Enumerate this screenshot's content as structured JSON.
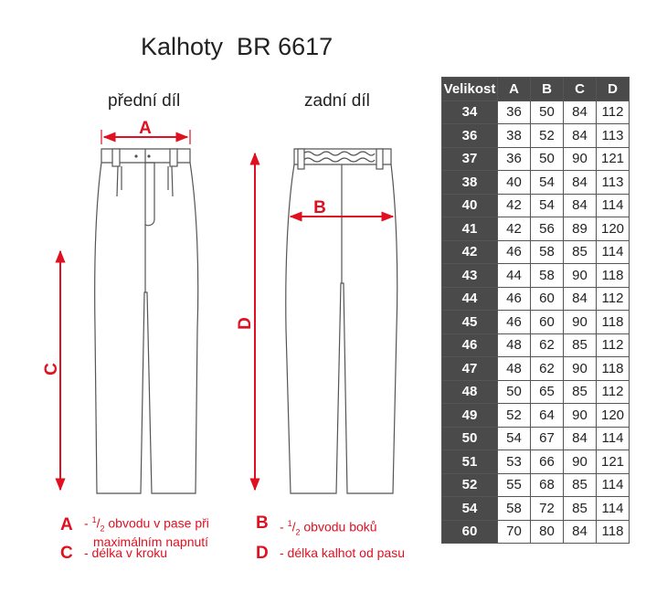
{
  "title": "Kalhoty  BR 6617",
  "views": {
    "front": "přední díl",
    "back": "zadní díl"
  },
  "markers": {
    "a": "A",
    "b": "B",
    "c": "C",
    "d": "D"
  },
  "table": {
    "header": [
      "Velikost",
      "A",
      "B",
      "C",
      "D"
    ],
    "rows": [
      [
        "34",
        "36",
        "50",
        "84",
        "112"
      ],
      [
        "36",
        "38",
        "52",
        "84",
        "113"
      ],
      [
        "37",
        "36",
        "50",
        "90",
        "121"
      ],
      [
        "38",
        "40",
        "54",
        "84",
        "113"
      ],
      [
        "40",
        "42",
        "54",
        "84",
        "114"
      ],
      [
        "41",
        "42",
        "56",
        "89",
        "120"
      ],
      [
        "42",
        "46",
        "58",
        "85",
        "114"
      ],
      [
        "43",
        "44",
        "58",
        "90",
        "118"
      ],
      [
        "44",
        "46",
        "60",
        "84",
        "112"
      ],
      [
        "45",
        "46",
        "60",
        "90",
        "118"
      ],
      [
        "46",
        "48",
        "62",
        "85",
        "112"
      ],
      [
        "47",
        "48",
        "62",
        "90",
        "118"
      ],
      [
        "48",
        "50",
        "65",
        "85",
        "112"
      ],
      [
        "49",
        "52",
        "64",
        "90",
        "120"
      ],
      [
        "50",
        "54",
        "67",
        "84",
        "114"
      ],
      [
        "51",
        "53",
        "66",
        "90",
        "121"
      ],
      [
        "52",
        "55",
        "68",
        "85",
        "114"
      ],
      [
        "54",
        "58",
        "72",
        "85",
        "114"
      ],
      [
        "60",
        "70",
        "80",
        "84",
        "118"
      ]
    ]
  },
  "legend": {
    "a": {
      "key": "A",
      "prefix": "- ",
      "frac_num": "1",
      "frac_den": "2",
      "line1": " obvodu v pase při",
      "line2": "maximálním napnutí"
    },
    "b": {
      "key": "B",
      "prefix": "- ",
      "frac_num": "1",
      "frac_den": "2",
      "text": " obvodu boků"
    },
    "c": {
      "key": "C",
      "text": "- délka v kroku"
    },
    "d": {
      "key": "D",
      "text": "- délka kalhot od pasu"
    }
  },
  "colors": {
    "accent": "#e01020",
    "header_bg": "#4a4a4a",
    "line": "#555555"
  }
}
